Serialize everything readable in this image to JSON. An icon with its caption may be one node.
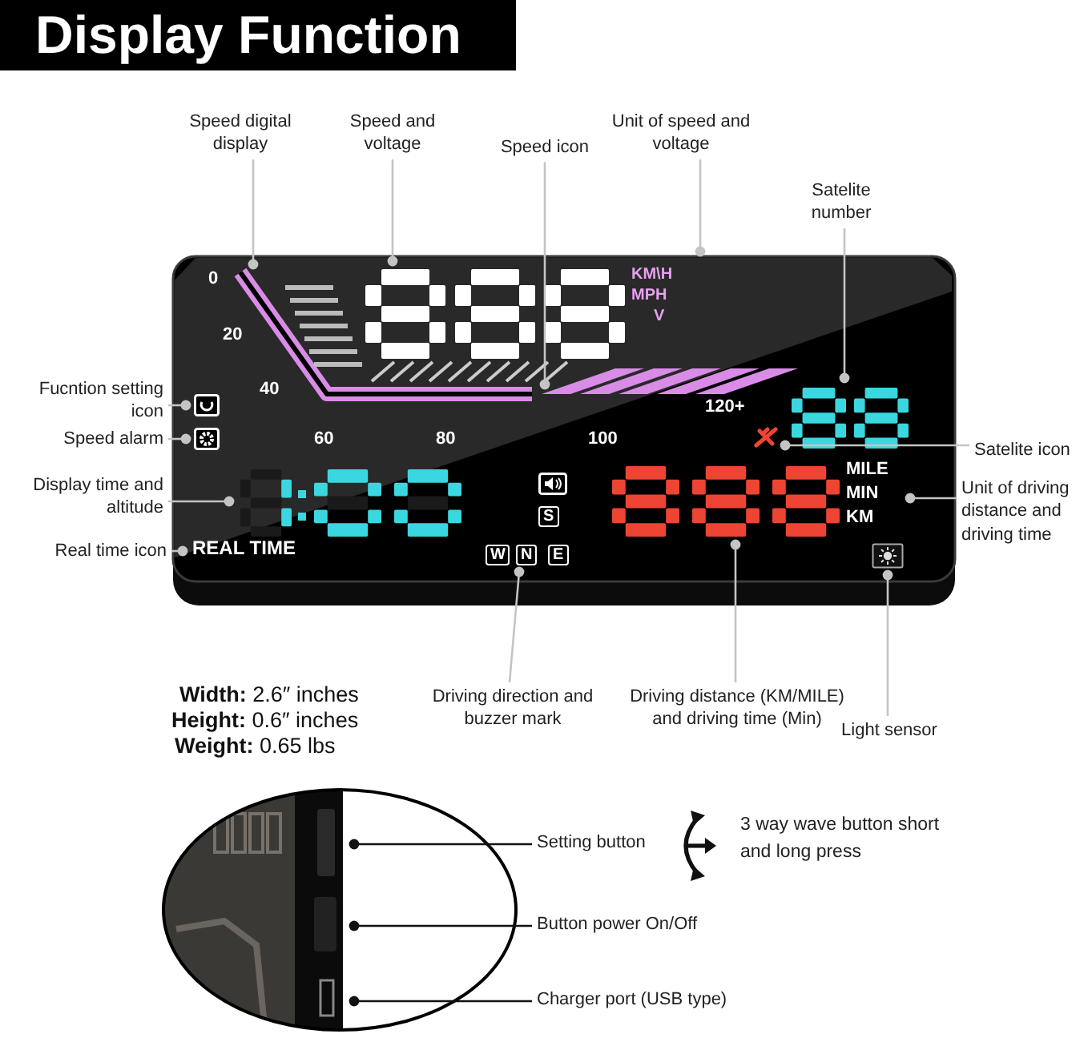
{
  "diagram": {
    "title": "Display Function",
    "nodes": [
      {
        "text": [
          "Speed digital display"
        ]
      },
      {
        "text": [
          "Speed and voltage"
        ]
      },
      {
        "text": [
          "Speed icon"
        ]
      },
      {
        "text": [
          "Unit of speed and voltage"
        ]
      },
      {
        "text": [
          "Satelite number"
        ]
      },
      {
        "text": [
          "Fucntion setting icon"
        ]
      },
      {
        "text": [
          "Speed alarm"
        ]
      },
      {
        "text": [
          "Display time and altitude"
        ]
      },
      {
        "text": [
          "Real time icon"
        ]
      },
      {
        "text": [
          "Satelite icon"
        ]
      },
      {
        "text": [
          "Unit of driving distance and driving time"
        ]
      },
      {
        "text": [
          "Driving direction and buzzer mark"
        ]
      },
      {
        "text": [
          "Driving distance (KM/MILE) and driving time (Min)"
        ]
      },
      {
        "text": [
          "Light sensor"
        ]
      },
      {
        "text": [
          "Setting button"
        ]
      },
      {
        "text": [
          "Button power On/Off"
        ]
      },
      {
        "text": [
          "Charger port (USB type)"
        ]
      },
      {
        "text": [],
        "shape": "picture"
      },
      {
        "text": [],
        "shape": "picture"
      },
      {
        "text": [
          "S"
        ]
      },
      {
        "text": [
          "W"
        ]
      },
      {
        "text": [
          "N"
        ]
      },
      {
        "text": [
          "E"
        ]
      }
    ],
    "edges": [
      {
        "from": 0,
        "to": null,
        "arrow": "other"
      },
      {
        "from": 1,
        "to": null,
        "arrow": "other"
      },
      {
        "from": 2,
        "to": null,
        "arrow": "other"
      },
      {
        "from": 3,
        "to": null,
        "arrow": "other"
      },
      {
        "from": 4,
        "to": null,
        "arrow": "other"
      },
      {
        "from": 5,
        "to": null,
        "arrow": "other"
      },
      {
        "from": 6,
        "to": null,
        "arrow": "other"
      },
      {
        "from": 7,
        "to": null,
        "arrow": "other"
      },
      {
        "from": 8,
        "to": null,
        "arrow": "other"
      },
      {
        "from": 9,
        "to": 17,
        "arrow": "other"
      },
      {
        "from": 10,
        "to": null,
        "arrow": "other"
      },
      {
        "from": 11,
        "to": 21,
        "arrow": "other"
      },
      {
        "from": 12,
        "to": null,
        "arrow": "other"
      },
      {
        "from": 13,
        "to": 18,
        "arrow": "other"
      },
      {
        "from": 14,
        "to": null,
        "arrow": "other",
        "color": "#111111"
      },
      {
        "from": 15,
        "to": null,
        "arrow": "other",
        "color": "#111111"
      },
      {
        "from": 16,
        "to": null,
        "arrow": "other",
        "color": "#111111"
      }
    ],
    "labels": [
      "0",
      "KM\\H",
      "MPH",
      "V",
      "20",
      "40",
      "120+",
      "60",
      "80",
      "100",
      "MILE",
      "MIN",
      "KM",
      "REAL TIME",
      "**Width:** 2.6″ inches",
      "**Height:** 0.6″ inches",
      "**Weight:** 0.65 lbs",
      "3 way wave button short and long press"
    ]
  }
}
